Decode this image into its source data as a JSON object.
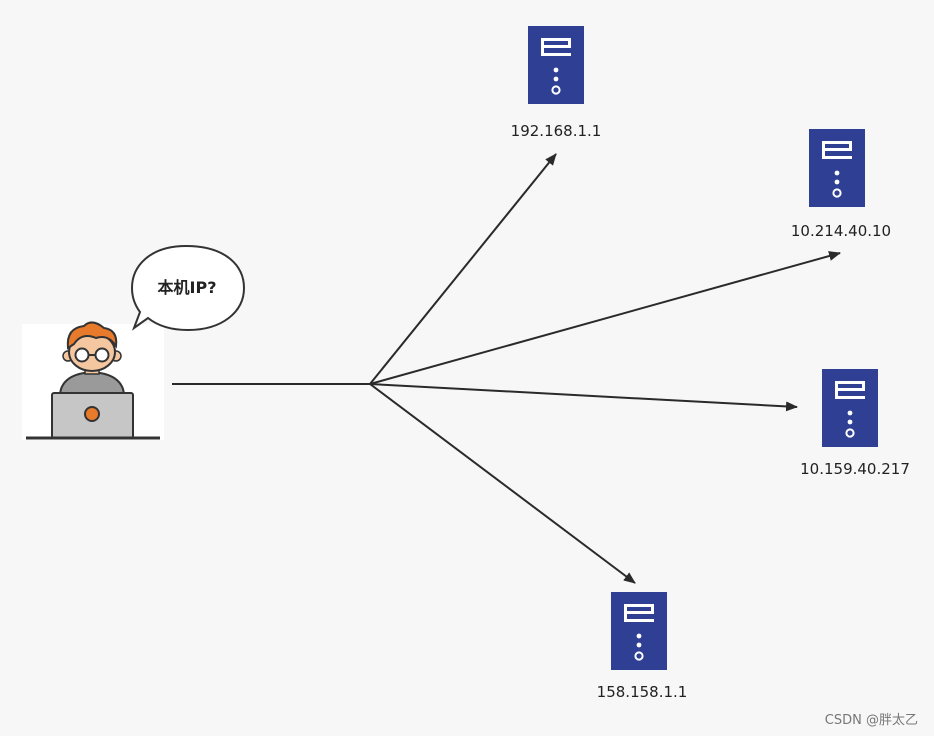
{
  "speech_bubble": {
    "text": "本机IP?"
  },
  "servers": [
    {
      "label": "192.168.1.1"
    },
    {
      "label": "10.214.40.10"
    },
    {
      "label": "10.159.40.217"
    },
    {
      "label": "158.158.1.1"
    }
  ],
  "watermark": "CSDN @胖太乙",
  "colors": {
    "server_fill": "#2e3f94",
    "line": "#2a2a2a",
    "hair": "#e87a2c",
    "background": "#f7f7f7"
  }
}
